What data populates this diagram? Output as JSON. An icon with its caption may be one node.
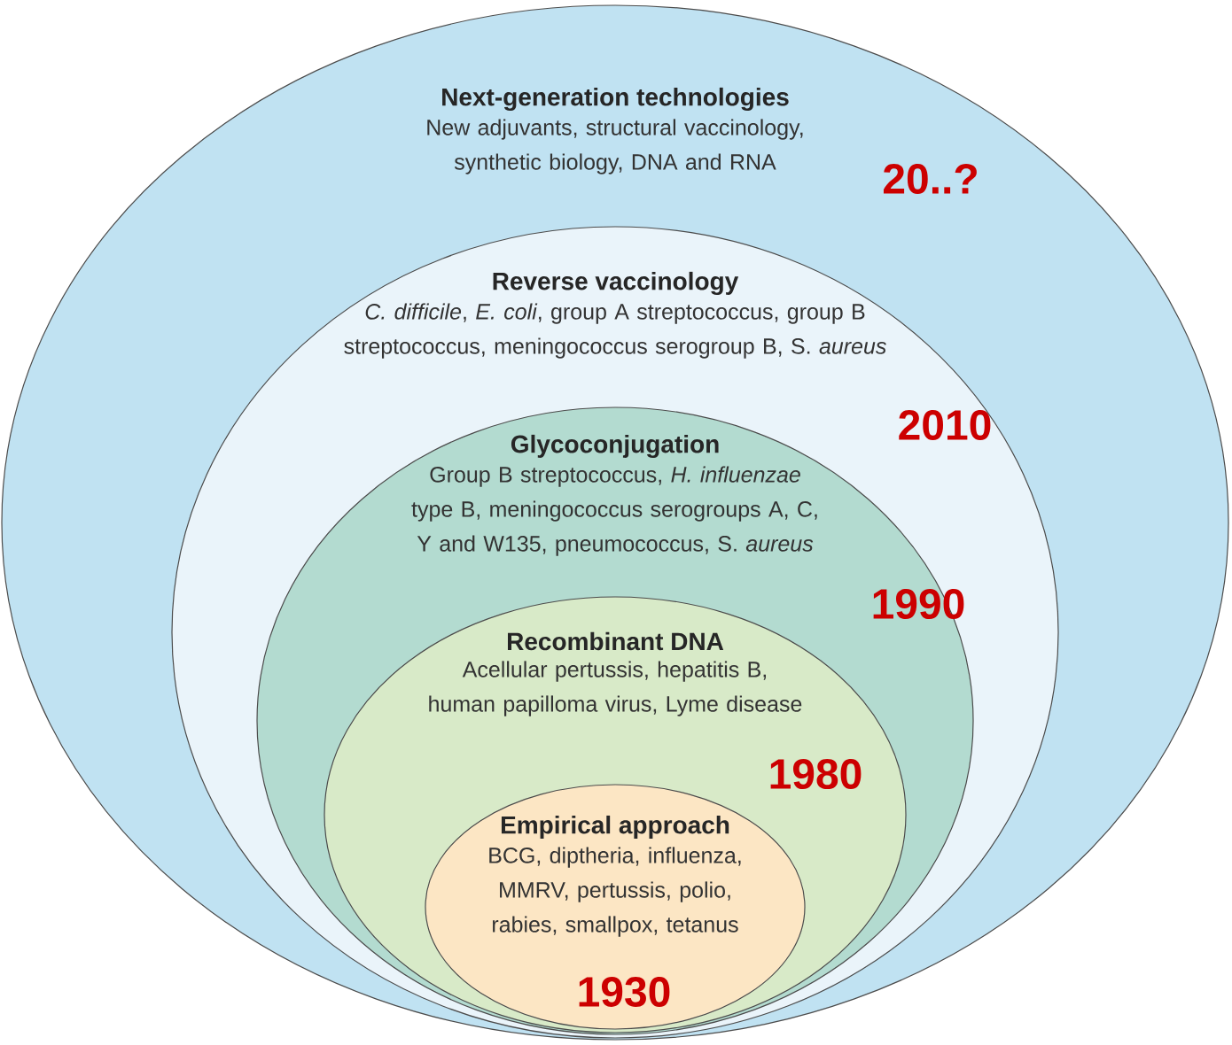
{
  "diagram": {
    "nodes": [
      {
        "text": [
          "Next-generation technologies",
          "New adjuvants, structural vaccinology, synthetic biology, DNA and RNA",
          "20..?"
        ]
      },
      {
        "text": [
          "Reverse vaccinology",
          "*C. difficile*, *E. coli*, group A streptococcus, group B streptococcus, meningococcus serogroup B, S. *aureus*",
          "2010"
        ],
        "in": 0
      },
      {
        "text": [
          "Glycoconjugation",
          "Group B streptococcus, *H. influenzae* type B, meningococcus serogroups A, C, Y and W135, pneumococcus, S. *aureus*",
          "1990"
        ],
        "in": 1
      },
      {
        "text": [
          "Recombinant DNA",
          "Acellular pertussis, hepatitis B, human papilloma virus, Lyme disease",
          "1980"
        ],
        "in": 2
      },
      {
        "text": [
          "Empirical approach",
          "BCG, diptheria, influenza, MMRV,  pertussis, polio, rabies, smallpox, tetanus",
          "1930"
        ],
        "in": 3
      }
    ]
  }
}
